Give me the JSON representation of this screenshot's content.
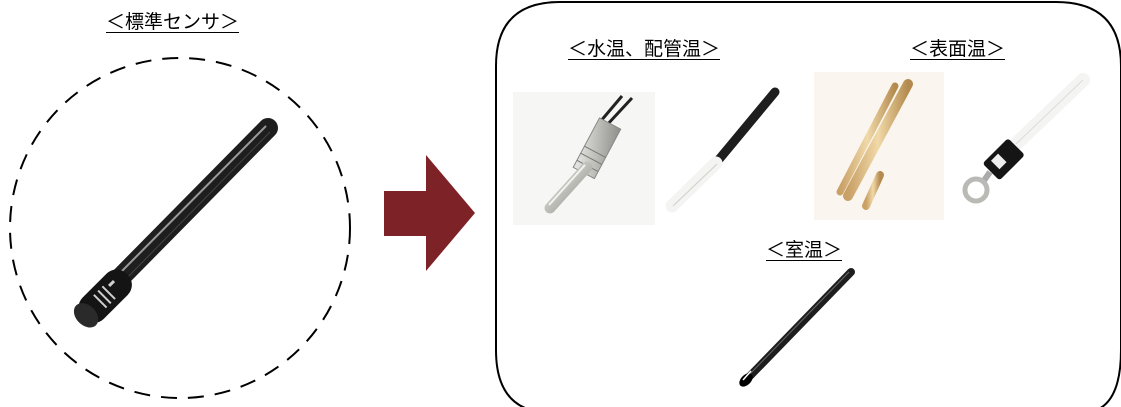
{
  "labels": {
    "standard": "＜標準センサ＞",
    "water_pipe": "＜水温、配管温＞",
    "surface": "＜表面温＞",
    "room": "＜室温＞"
  },
  "colors": {
    "arrow": "#7d2227",
    "outline": "#000000",
    "sensor_body": "#1e1e1e",
    "brass": "#d8b87a",
    "steel": "#c9c9c4",
    "white_cable": "#f4f4f2"
  }
}
